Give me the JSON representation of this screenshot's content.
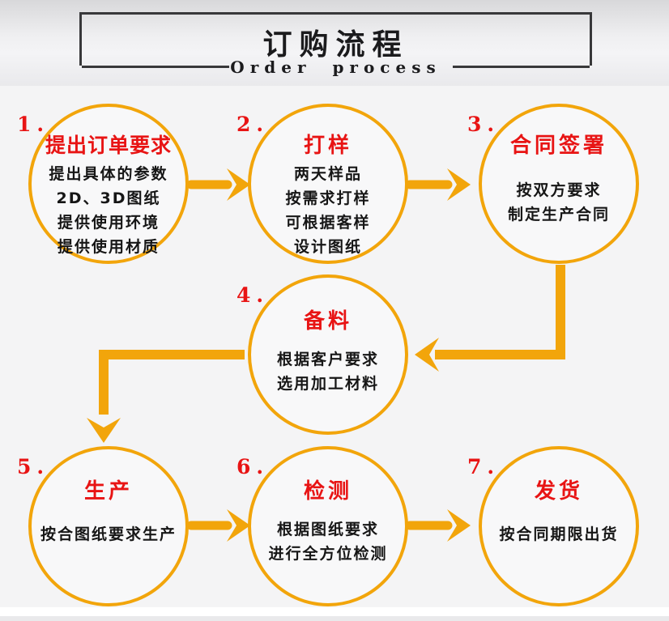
{
  "header": {
    "title": "订购流程",
    "subtitle": "Order process"
  },
  "steps": [
    {
      "number": "1.",
      "title": "提出订单要求",
      "lines": [
        "提出具体的参数",
        "2D、3D图纸",
        "提供使用环境",
        "提供使用材质"
      ]
    },
    {
      "number": "2.",
      "title": "打样",
      "lines": [
        "两天样品",
        "按需求打样",
        "可根据客样",
        "设计图纸"
      ]
    },
    {
      "number": "3.",
      "title": "合同签署",
      "lines": [
        "按双方要求",
        "制定生产合同"
      ]
    },
    {
      "number": "4.",
      "title": "备料",
      "lines": [
        "根据客户要求",
        "选用加工材料"
      ]
    },
    {
      "number": "5.",
      "title": "生产",
      "lines": [
        "按合图纸要求生产"
      ]
    },
    {
      "number": "6.",
      "title": "检测",
      "lines": [
        "根据图纸要求",
        "进行全方位检测"
      ]
    },
    {
      "number": "7.",
      "title": "发货",
      "lines": [
        "按合同期限出货"
      ]
    }
  ],
  "colors": {
    "accent_gold": "#F2A50B",
    "accent_red": "#E81414",
    "text": "#161616",
    "box_border": "#38383A"
  }
}
